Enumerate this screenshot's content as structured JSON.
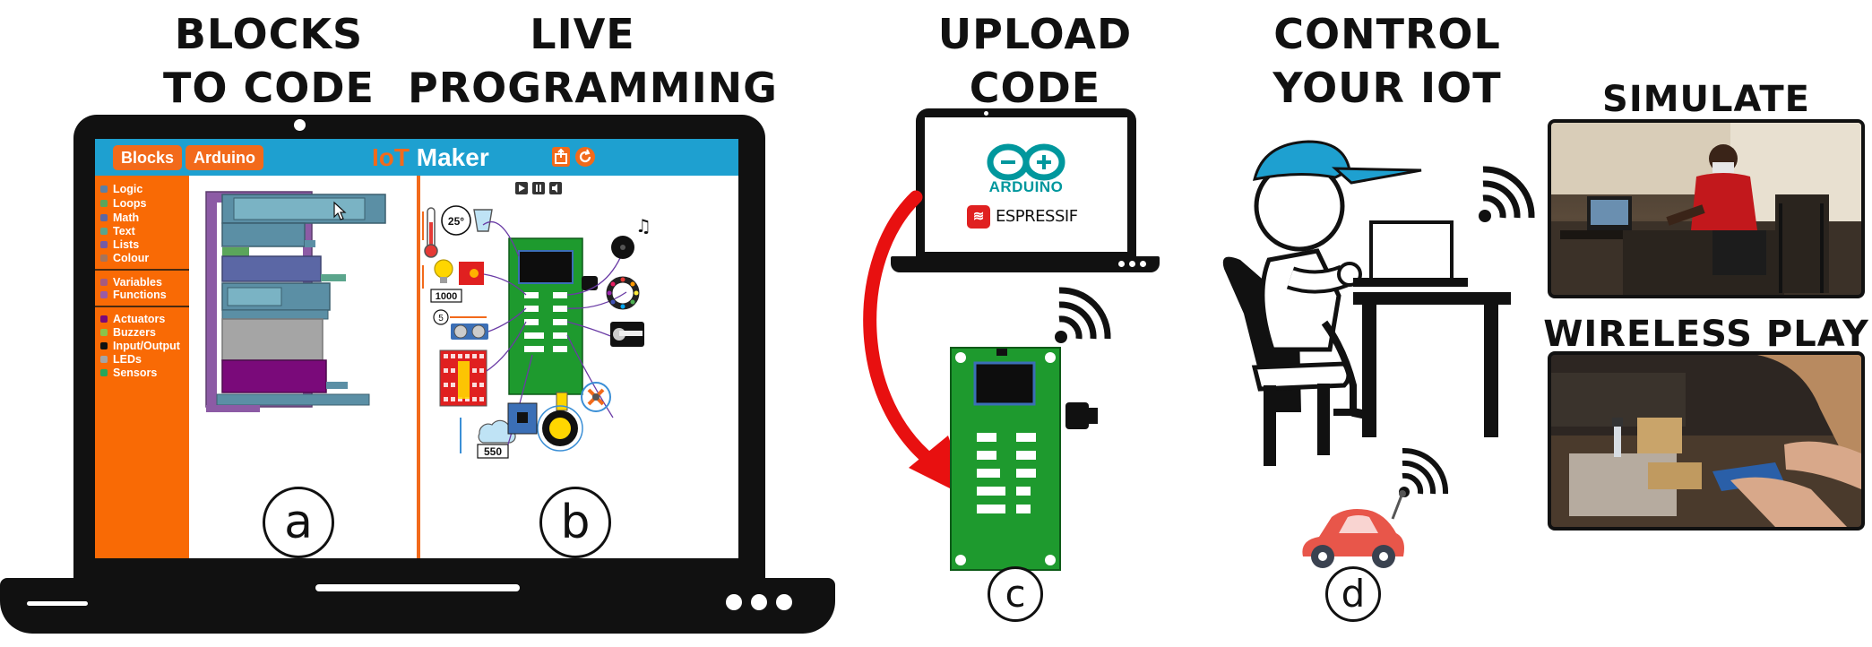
{
  "headings": {
    "blocks_to_code": [
      "BLOCKS",
      "TO CODE"
    ],
    "live_programming": [
      "LIVE",
      "PROGRAMMING"
    ],
    "upload_code": [
      "UPLOAD",
      "CODE"
    ],
    "control_iot": [
      "CONTROL",
      "YOUR IOT"
    ],
    "simulate": "SIMULATE",
    "wireless_play": "WIRELESS PLAY"
  },
  "panel_labels": [
    "a",
    "b",
    "c",
    "d"
  ],
  "app": {
    "tabs": [
      "Blocks",
      "Arduino"
    ],
    "title_prefix": "IoT",
    "title_rest": " Maker",
    "categories_group1": [
      {
        "label": "Logic",
        "color": "#5b80a5"
      },
      {
        "label": "Loops",
        "color": "#5ba55b"
      },
      {
        "label": "Math",
        "color": "#5b67a5"
      },
      {
        "label": "Text",
        "color": "#5ba58c"
      },
      {
        "label": "Lists",
        "color": "#745ba5"
      },
      {
        "label": "Colour",
        "color": "#a5745b"
      }
    ],
    "categories_group2": [
      {
        "label": "Variables",
        "color": "#a55b80"
      },
      {
        "label": "Functions",
        "color": "#995ba5"
      }
    ],
    "categories_group3": [
      {
        "label": "Actuators",
        "color": "#7a0a7a"
      },
      {
        "label": "Buzzers",
        "color": "#8bc34a"
      },
      {
        "label": "Input/Output",
        "color": "#111111"
      },
      {
        "label": "LEDs",
        "color": "#a5a5a5"
      },
      {
        "label": "Sensors",
        "color": "#26a65b"
      }
    ],
    "sim_values": {
      "temperature": "25°",
      "light": "1000",
      "distance": "5",
      "humidity": "550"
    }
  },
  "upload_logos": {
    "arduino": "ARDUINO",
    "espressif": "ESPRESSIF"
  },
  "colors": {
    "orange": "#f96a05",
    "topbar": "#1ea0d0",
    "board_green": "#1e9a2e",
    "arrow_red": "#e81010",
    "cap_blue": "#1ea0d0",
    "car_red": "#e8564a"
  }
}
